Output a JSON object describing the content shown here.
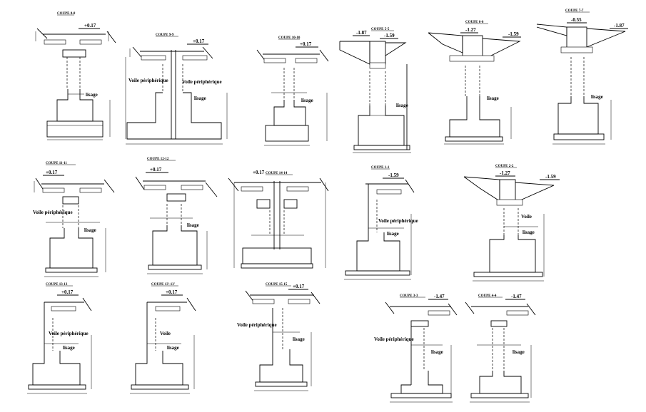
{
  "sections": [
    {
      "title": "COUPE 8-8",
      "levels": [
        "+0.17"
      ],
      "notes": [
        "lisage"
      ]
    },
    {
      "title": "COUPE 9-9",
      "levels": [
        "+0.17"
      ],
      "notes": [
        "Voile périphérique",
        "Voile périphérique",
        "lisage"
      ]
    },
    {
      "title": "COUPE 10-10",
      "levels": [
        "+0.17"
      ],
      "notes": [
        "lisage"
      ]
    },
    {
      "title": "COUPE 5-5",
      "levels": [
        "-1.87",
        "-1.59"
      ],
      "notes": [
        "lisage"
      ]
    },
    {
      "title": "COUPE 6-6",
      "levels": [
        "-1.27",
        "-1.59"
      ],
      "notes": [
        "lisage"
      ]
    },
    {
      "title": "COUPE 7-7",
      "levels": [
        "-0.55",
        "-1.87"
      ],
      "notes": [
        "lisage"
      ]
    },
    {
      "title": "COUPE 11-11",
      "levels": [
        "+0.17"
      ],
      "notes": [
        "Voile périphérique",
        "lisage"
      ]
    },
    {
      "title": "COUPE 12-12",
      "levels": [
        "+0.17"
      ],
      "notes": [
        "lisage"
      ]
    },
    {
      "title": "COUPE 14-14",
      "levels": [
        "+0.17"
      ],
      "notes": []
    },
    {
      "title": "COUPE 1-1",
      "levels": [
        "-1.59"
      ],
      "notes": [
        "Voile périphérique",
        "lisage"
      ]
    },
    {
      "title": "COUPE 2-2",
      "levels": [
        "-1.27",
        "-1.59"
      ],
      "notes": [
        "Voile",
        "lisage"
      ]
    },
    {
      "title": "COUPE 13-13",
      "levels": [
        "+0.17"
      ],
      "notes": [
        "Voile périphérique",
        "lisage"
      ]
    },
    {
      "title": "COUPE 13'-13'",
      "levels": [
        "+0.17"
      ],
      "notes": [
        "Voile",
        "lisage"
      ]
    },
    {
      "title": "COUPE 15-15",
      "levels": [
        "+0.17"
      ],
      "notes": [
        "Voile périphérique",
        "lisage"
      ]
    },
    {
      "title": "COUPE 3-3",
      "levels": [
        "-1.47"
      ],
      "notes": [
        "Voile périphérique",
        "lisage"
      ]
    },
    {
      "title": "COUPE 4-4",
      "levels": [
        "-1.47"
      ],
      "notes": [
        "lisage"
      ]
    }
  ]
}
